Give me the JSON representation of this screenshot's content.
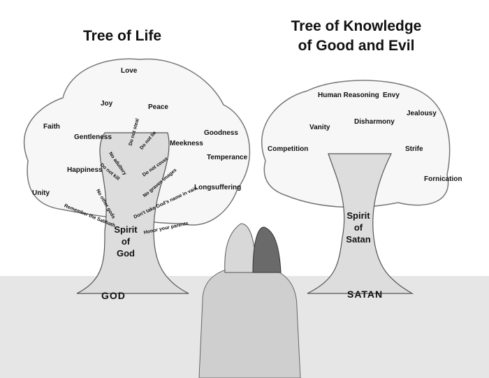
{
  "titles": {
    "left": "Tree of Life",
    "right_line1": "Tree of Knowledge",
    "right_line2": "of Good and Evil"
  },
  "tree_of_life": {
    "fruits": [
      "Love",
      "Joy",
      "Peace",
      "Faith",
      "Gentleness",
      "Goodness",
      "Meekness",
      "Temperance",
      "Happiness",
      "Longsuffering",
      "Unity"
    ],
    "branches": [
      "Do not steal",
      "Do not lie",
      "No adultery",
      "Do not kill",
      "Do not covet",
      "No graven images",
      "No other gods",
      "Remember the Sabbath",
      "Don't take God's name in vain",
      "Honor your parents"
    ],
    "trunk": [
      "Spirit",
      "of",
      "God"
    ],
    "root_label": "GOD"
  },
  "tree_of_knowledge": {
    "fruits": [
      "Human Reasoning",
      "Envy",
      "Jealousy",
      "Disharmony",
      "Vanity",
      "Competition",
      "Strife",
      "Fornication"
    ],
    "trunk": [
      "Spirit",
      "of",
      "Satan"
    ],
    "root_label": "SATAN"
  }
}
